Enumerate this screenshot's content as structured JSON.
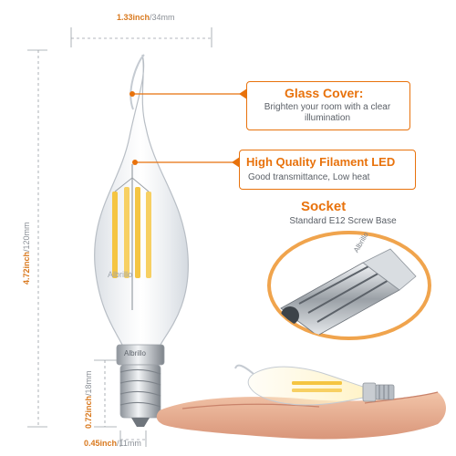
{
  "dimensions": {
    "width": {
      "imperial": "1.33inch",
      "metric": "/34mm"
    },
    "height": {
      "imperial": "4.72inch",
      "metric": "/120mm"
    },
    "base_height": {
      "imperial": "0.72inch",
      "metric": "/18mm"
    },
    "base_width": {
      "imperial": "0.45inch",
      "metric": "/11mm"
    }
  },
  "callouts": {
    "glass": {
      "title": "Glass Cover:",
      "text": "Brighten your room with a clear illumination"
    },
    "filament": {
      "title": "High Quality Filament LED",
      "text": "Good transmittance, Low heat"
    },
    "socket": {
      "title": "Socket",
      "text": "Standard  E12  Screw Base"
    }
  },
  "brand": {
    "name": "Albrillo"
  },
  "colors": {
    "accent": "#e8720c",
    "dimension_line": "#9aa0a6",
    "glass": "#e9ecef",
    "filament": "#f5c542",
    "metal": "#c9cdd2"
  },
  "icons": [
    "bulb-illustration",
    "socket-magnifier",
    "hand-photo"
  ]
}
